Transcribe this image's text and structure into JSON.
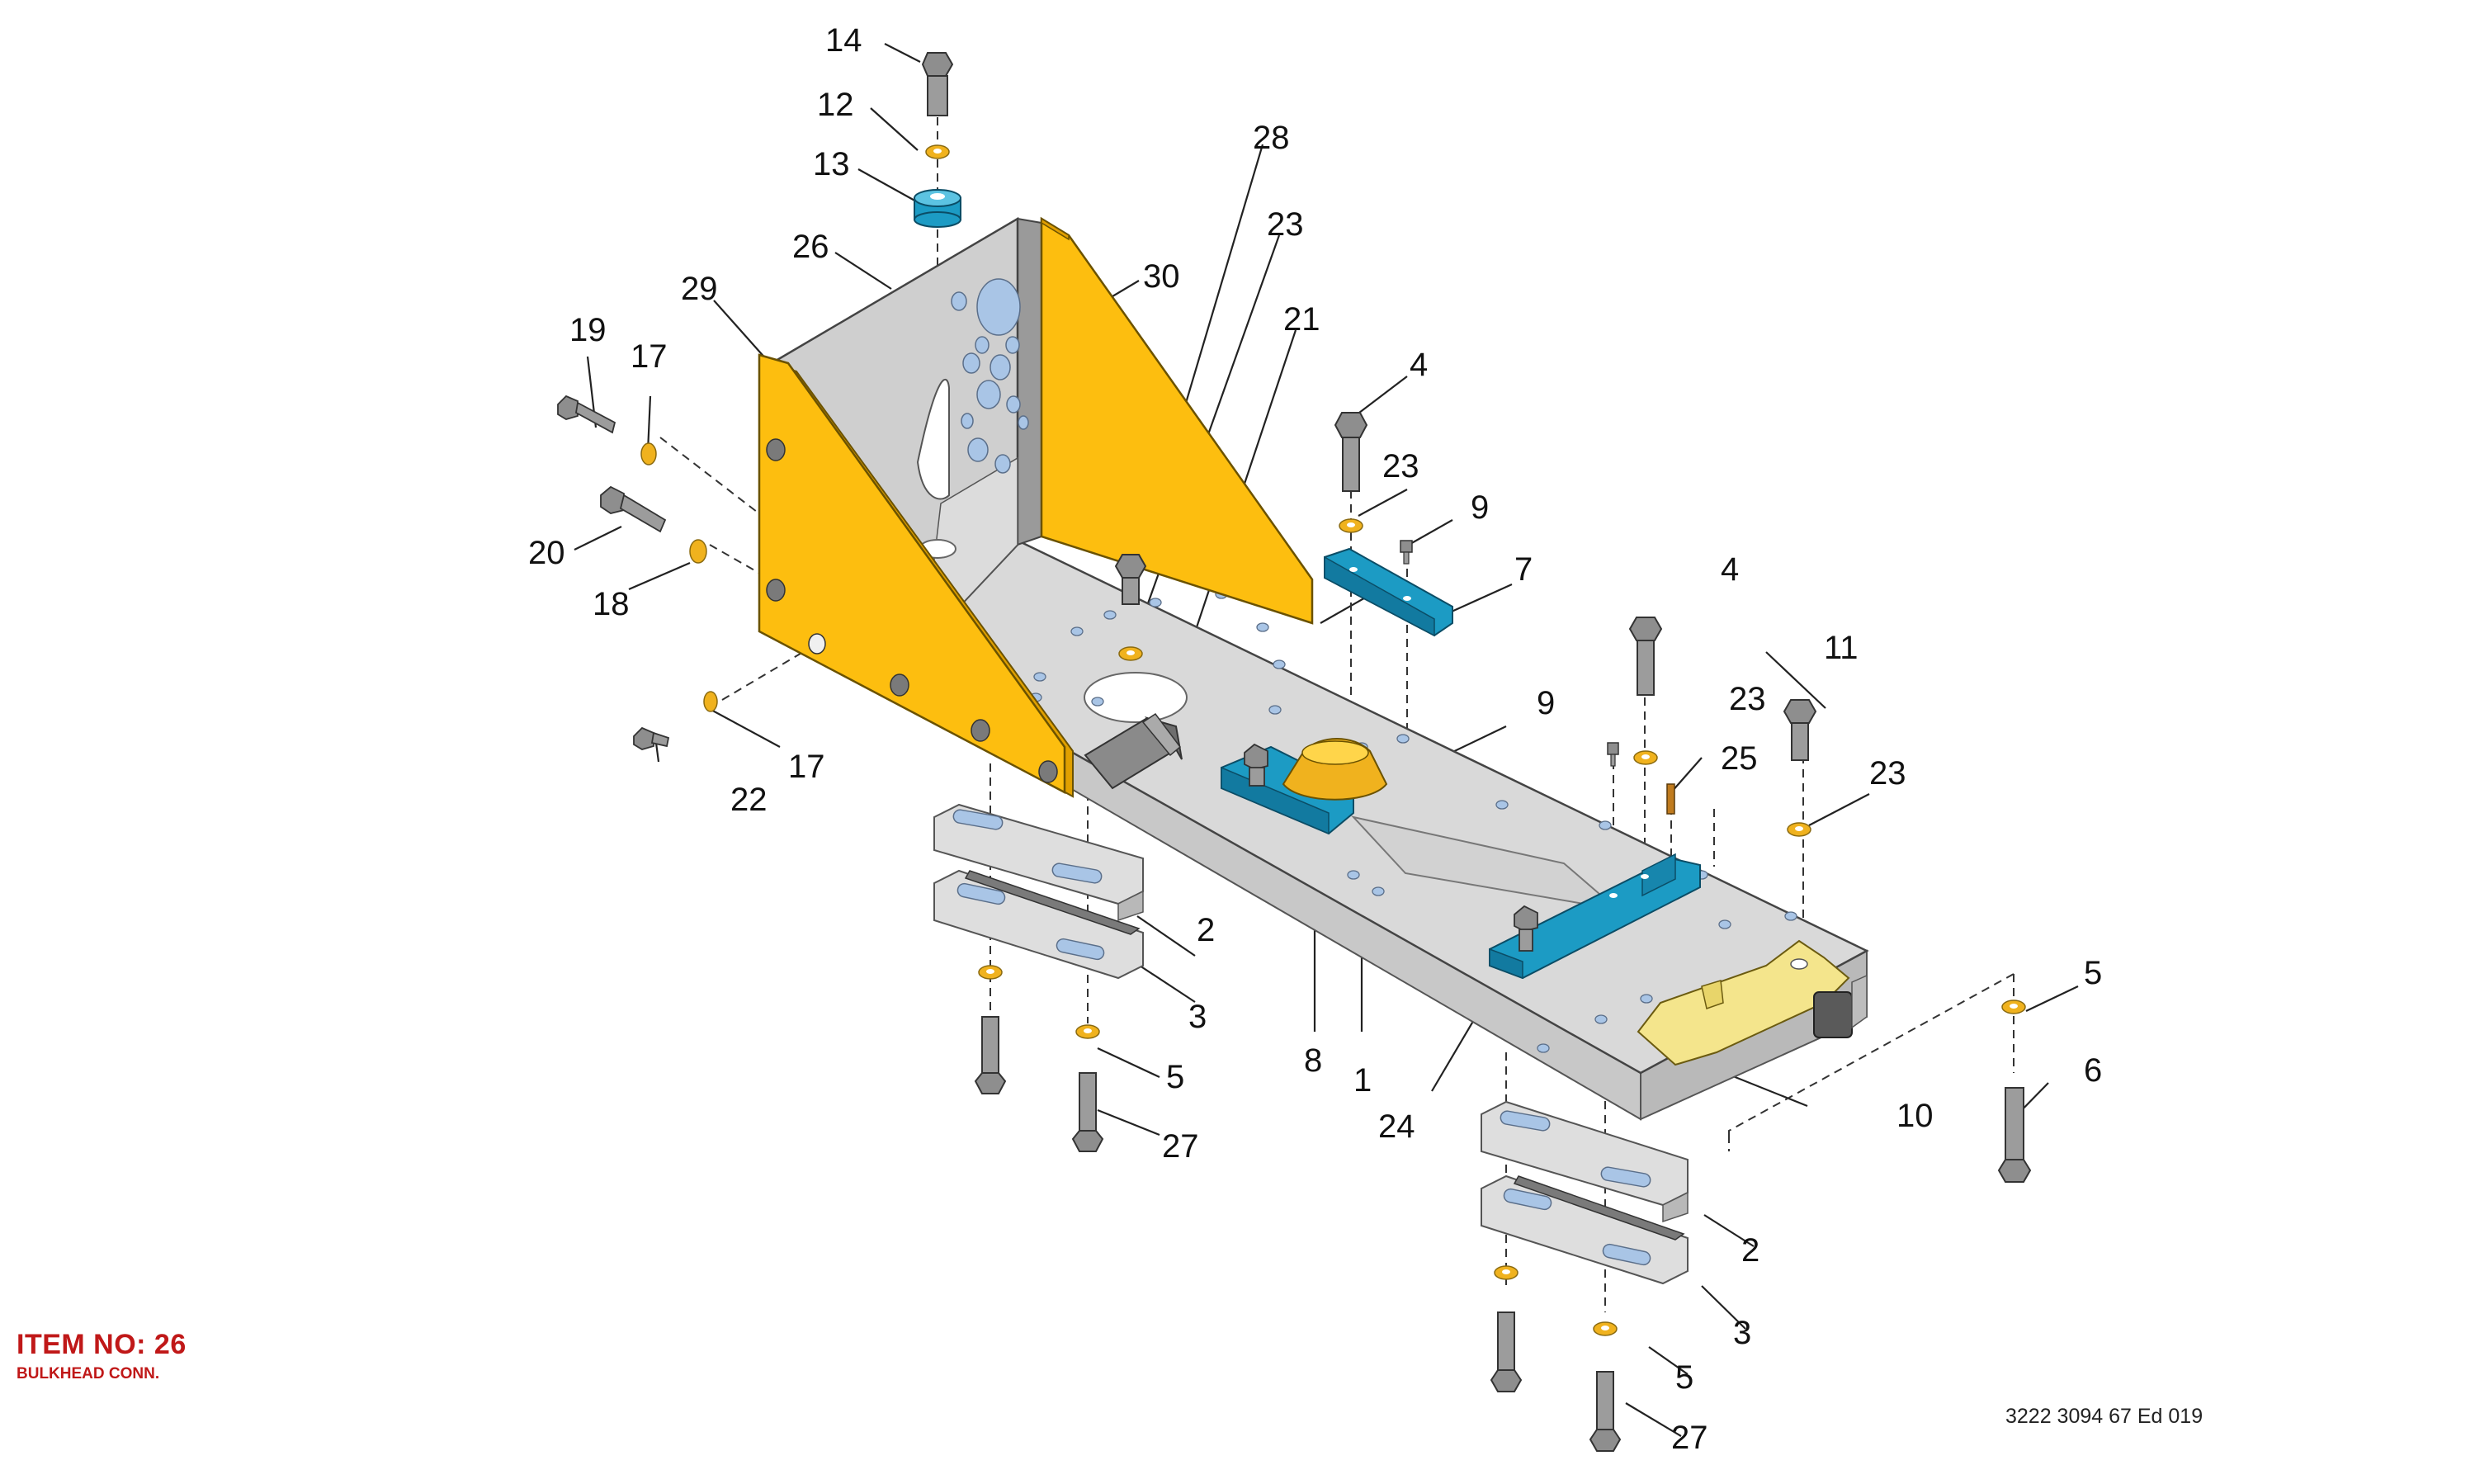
{
  "item": {
    "title": "ITEM NO: 26",
    "subtitle": "BULKHEAD CONN."
  },
  "doc_ref": "3222 3094 67 Ed 019",
  "colors": {
    "frame_yellow": "#FDBE0F",
    "plate_grey": "#D9D9D9",
    "part_blue": "#1C9BC4",
    "washer_gold": "#F0B21E",
    "pale_yellow": "#F4E58C",
    "bolt_grey": "#8E8E8E",
    "hole_blue": "#A9C5E6",
    "title_red": "#C01818"
  },
  "callouts": [
    "14",
    "12",
    "13",
    "26",
    "29",
    "30",
    "28",
    "23",
    "21",
    "19",
    "17",
    "20",
    "18",
    "17",
    "22",
    "4",
    "23",
    "9",
    "7",
    "4",
    "9",
    "23",
    "25",
    "11",
    "23",
    "2",
    "3",
    "5",
    "27",
    "8",
    "1",
    "24",
    "10",
    "5",
    "6",
    "2",
    "3",
    "5",
    "27"
  ]
}
